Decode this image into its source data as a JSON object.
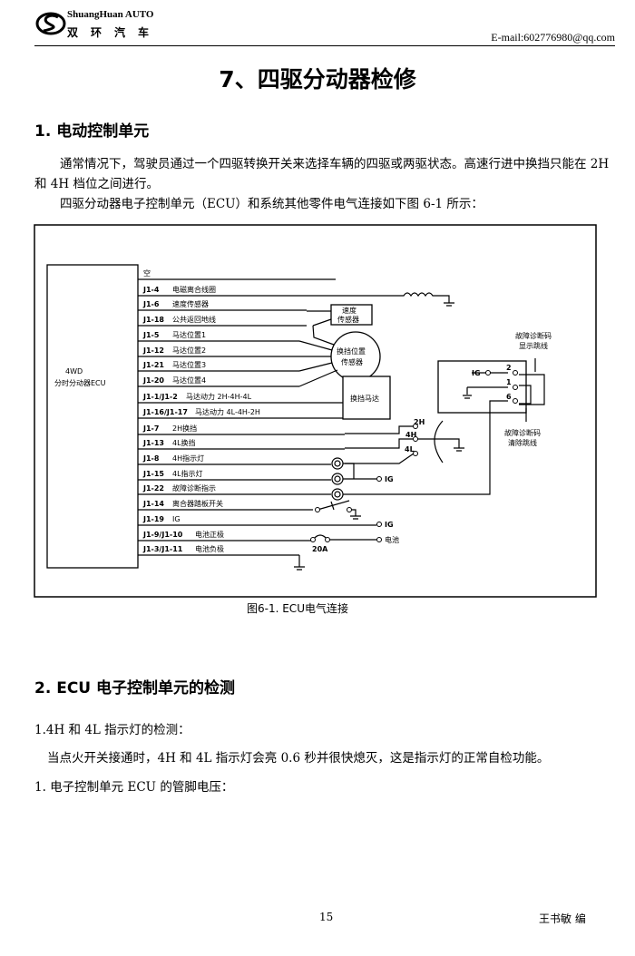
{
  "header": {
    "logo_en": "ShuangHuan AUTO",
    "logo_cn": "双环汽车",
    "email": "E-mail:602776980@qq.com"
  },
  "title": "7、四驱分动器检修",
  "section1": {
    "heading": "1. 电动控制单元",
    "para1": "通常情况下，驾驶员通过一个四驱转换开关来选择车辆的四驱或两驱状态。高速行进中换挡只能在 2H 和 4H 档位之间进行。",
    "para2": "四驱分动器电子控制单元（ECU）和系统其他零件电气连接如下图 6-1 所示："
  },
  "diagram": {
    "ecu_label_1": "4WD",
    "ecu_label_2": "分时分动器ECU",
    "rows": [
      {
        "pin": "",
        "label": "空"
      },
      {
        "pin": "J1-4",
        "label": "电磁离合线圈"
      },
      {
        "pin": "J1-6",
        "label": "速度传感器"
      },
      {
        "pin": "J1-18",
        "label": "公共返回地线"
      },
      {
        "pin": "J1-5",
        "label": "马达位置1"
      },
      {
        "pin": "J1-12",
        "label": "马达位置2"
      },
      {
        "pin": "J1-21",
        "label": "马达位置3"
      },
      {
        "pin": "J1-20",
        "label": "马达位置4"
      },
      {
        "pin": "J1-1/J1-2",
        "label": "马达动力  2H-4H-4L"
      },
      {
        "pin": "J1-16/J1-17",
        "label": "马达动力  4L-4H-2H"
      },
      {
        "pin": "J1-7",
        "label": "2H换挡"
      },
      {
        "pin": "J1-13",
        "label": "4L换挡"
      },
      {
        "pin": "J1-8",
        "label": "4H指示灯"
      },
      {
        "pin": "J1-15",
        "label": "4L指示灯"
      },
      {
        "pin": "J1-22",
        "label": "故障诊断指示"
      },
      {
        "pin": "J1-14",
        "label": "离合器踏板开关"
      },
      {
        "pin": "J1-19",
        "label": "IG"
      },
      {
        "pin": "J1-9/J1-10",
        "label": "电池正极"
      },
      {
        "pin": "J1-3/J1-11",
        "label": "电池负极"
      }
    ],
    "speed_sensor_1": "速度",
    "speed_sensor_2": "传感器",
    "position_sensor_1": "换挡位置",
    "position_sensor_2": "传感器",
    "shift_motor": "换挡马达",
    "switch_2h": "2H",
    "switch_4h": "4H",
    "switch_4l": "4L",
    "ig_1": "IG",
    "ig_2": "IG",
    "ig_3": "IG",
    "battery": "电池",
    "fuse": "20A",
    "dlc_pin_2": "2",
    "dlc_pin_1": "1",
    "dlc_pin_6": "6",
    "show_jumper_1": "故障诊断码",
    "show_jumper_2": "显示跳线",
    "clear_jumper_1": "故障诊断码",
    "clear_jumper_2": "清除跳线",
    "caption": "图6-1. ECU电气连接"
  },
  "section2": {
    "heading": "2. ECU 电子控制单元的检测",
    "sub1": "1.4H 和 4L 指示灯的检测：",
    "para1": "当点火开关接通时，4H 和 4L 指示灯会亮 0.6 秒并很快熄灭，这是指示灯的正常自检功能。",
    "sub2": "1.  电子控制单元 ECU 的管脚电压："
  },
  "footer": {
    "page": "15",
    "author": "王书敏  编"
  }
}
